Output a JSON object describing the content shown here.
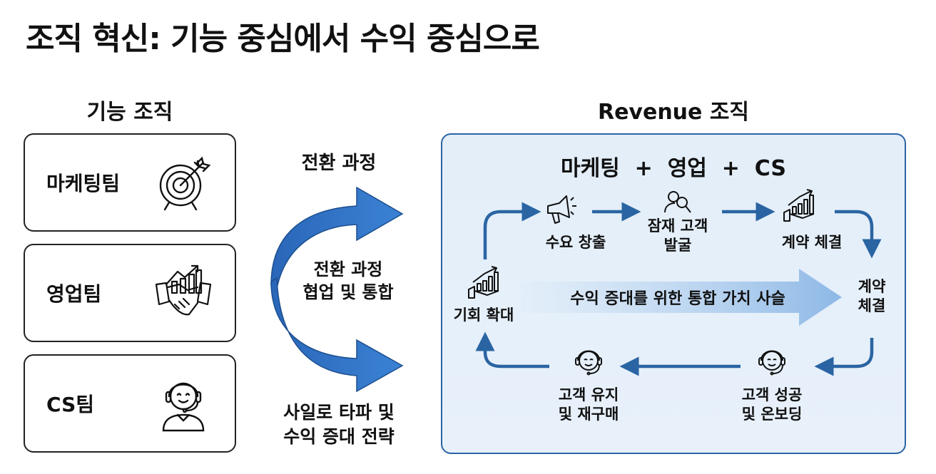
{
  "title": "조직 혁신: 기능 중심에서 수익 중심으로",
  "functional": {
    "heading": "기능 조직",
    "teams": [
      {
        "label": "마케팅팀",
        "icon": "target-icon"
      },
      {
        "label": "영업팀",
        "icon": "handshake-growth-icon"
      },
      {
        "label": "CS팀",
        "icon": "headset-agent-icon"
      }
    ]
  },
  "transition": {
    "top_label": "전환 과정",
    "middle_label_line1": "전환 과정",
    "middle_label_line2": "협업 및 통합",
    "bottom_label_line1": "사일로 타파 및",
    "bottom_label_line2": "수익 증대 전략"
  },
  "revenue": {
    "heading": "Revenue 조직",
    "panel_title": "마케팅  +  영업  +  CS",
    "center_arrow_text": "수익 증대를 위한 통합 가치 사슬",
    "stages": {
      "demand": {
        "label": "수요 창출",
        "icon": "megaphone-icon"
      },
      "prospect": {
        "line1": "잠재 고객",
        "line2": "발굴",
        "icon": "user-search-icon"
      },
      "contract_top": {
        "label": "계약 체결",
        "icon": "hand-growth-chart-icon"
      },
      "contract_right": {
        "line1": "계약",
        "line2": "체결"
      },
      "success": {
        "line1": "고객 성공",
        "line2": "및 온보딩",
        "icon": "headset-agent-icon"
      },
      "retention": {
        "line1": "고객 유지",
        "line2": "및 재구매",
        "icon": "headset-agent-icon"
      },
      "expansion": {
        "label": "기회 확대",
        "icon": "hand-growth-chart-icon"
      }
    }
  },
  "colors": {
    "accent_blue": "#2a64a3",
    "arrow_blue": "#2f74c8",
    "panel_bg": "#e5eff9",
    "text": "#111111"
  }
}
